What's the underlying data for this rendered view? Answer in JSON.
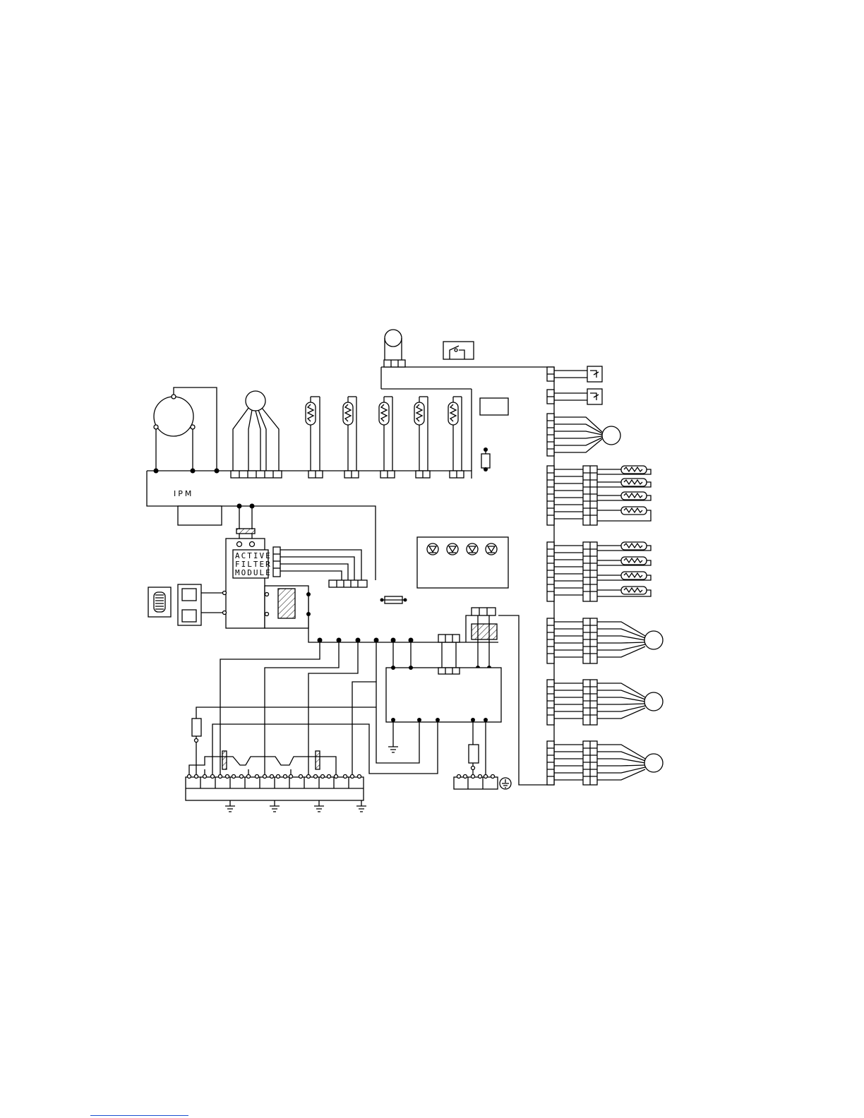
{
  "labels": {
    "ipm": "IPM",
    "active_filter_line1": "ACTIVE",
    "active_filter_line2": "FILTER",
    "active_filter_line3": "MODULE"
  },
  "colors": {
    "line": "#000000",
    "background": "#ffffff",
    "footer_rule": "#1a4fd1"
  }
}
